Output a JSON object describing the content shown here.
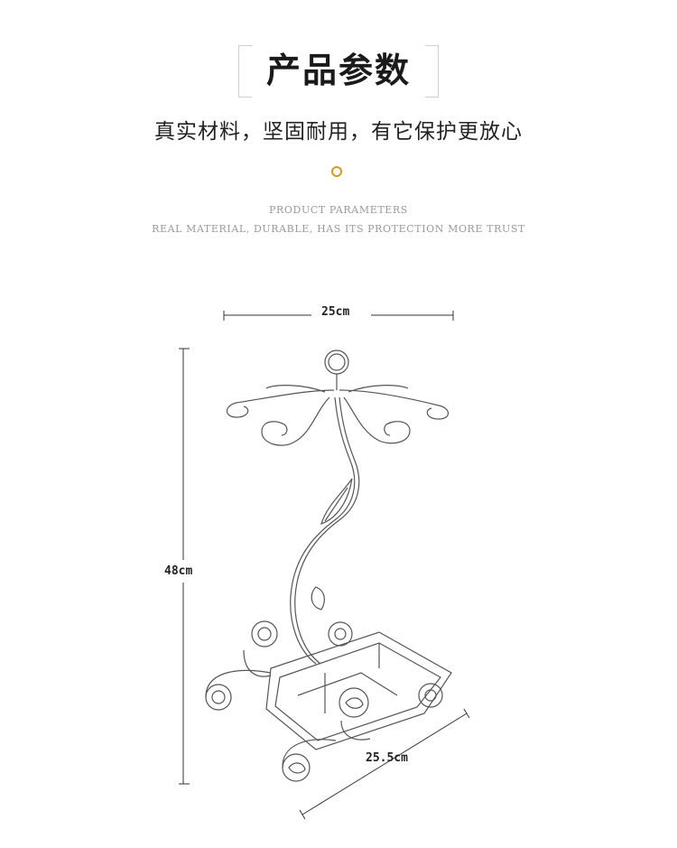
{
  "header": {
    "title": "产品参数",
    "subtitle": "真实材料，坚固耐用，有它保护更放心",
    "en_line1": "PRODUCT PARAMETERS",
    "en_line2": "REAL MATERIAL, DURABLE, HAS ITS PROTECTION MORE TRUST",
    "accent_color": "#d19a2a"
  },
  "dimensions": {
    "width": "25cm",
    "height": "48cm",
    "depth": "25.5cm"
  }
}
